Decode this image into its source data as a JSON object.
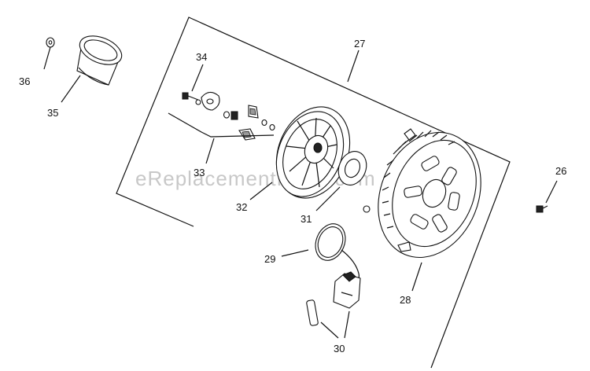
{
  "watermark": "eReplacementParts.com",
  "callouts": {
    "p26": "26",
    "p27": "27",
    "p28": "28",
    "p29": "29",
    "p30": "30",
    "p31": "31",
    "p32": "32",
    "p33": "33",
    "p34": "34",
    "p35": "35",
    "p36": "36"
  }
}
